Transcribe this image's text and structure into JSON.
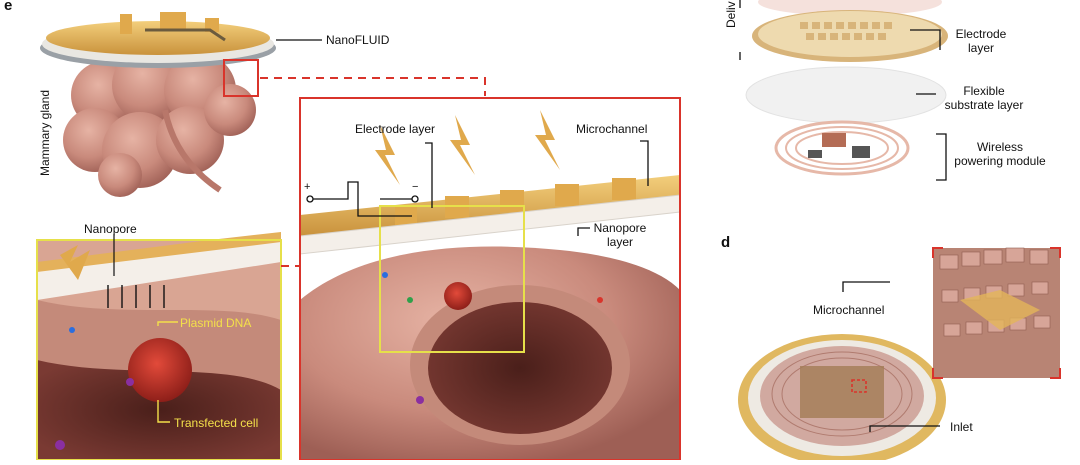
{
  "panel_e": {
    "letter": "e",
    "nanofluid_label": "NanoFLUID",
    "mammary_gland_label": "Mammary gland",
    "nanopore_label": "Nanopore",
    "plasmid_dna_label": "Plasmid DNA",
    "transfected_cell_label": "Transfected cell",
    "electrode_layer_label": "Electrode layer",
    "microchannel_label": "Microchannel",
    "nanopore_layer_label": "Nanopore layer",
    "nanopore_layer_lines": [
      "Nanopore",
      "layer"
    ],
    "polarity_plus": "+",
    "polarity_minus": "−",
    "colors": {
      "callout_red": "#d9342b",
      "callout_yellow": "#e6e04a",
      "tissue": "#c98a7c",
      "gold": "#e2b35a"
    }
  },
  "panel_c": {
    "partial_vertical_label": "Deliv",
    "electrode_layer_lines": [
      "Electrode",
      "layer"
    ],
    "flexible_substrate_lines": [
      "Flexible",
      "substrate layer"
    ],
    "wireless_powering_lines": [
      "Wireless",
      "powering module"
    ]
  },
  "panel_d": {
    "letter": "d",
    "microchannel_label": "Microchannel",
    "inlet_label": "Inlet"
  }
}
